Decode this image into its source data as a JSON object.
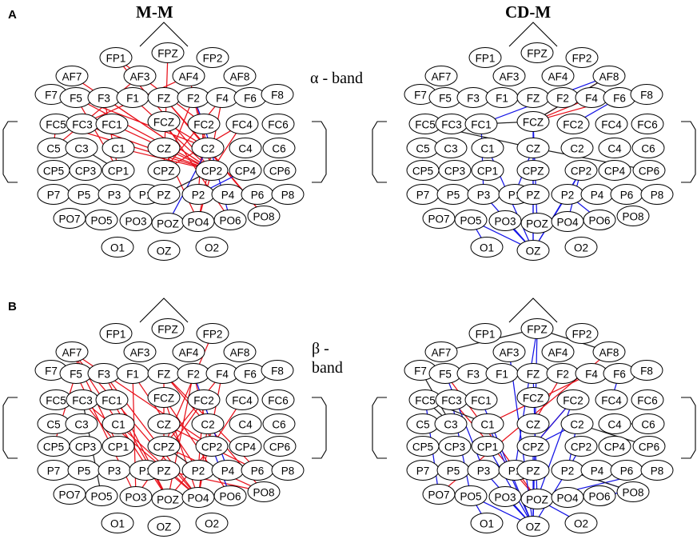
{
  "colors": {
    "red": "#e8101a",
    "blue": "#1414e6",
    "black": "#222222"
  },
  "panels": [
    {
      "label": "A",
      "band": "α - band",
      "conditions": [
        "M-M",
        "CD-M"
      ]
    },
    {
      "label": "B",
      "band": "β - band",
      "conditions": []
    }
  ],
  "electrodes": [
    "FP1",
    "FPZ",
    "FP2",
    "AF7",
    "AF3",
    "AF4",
    "AF8",
    "F7",
    "F5",
    "F3",
    "F1",
    "FZ",
    "F2",
    "F4",
    "F6",
    "F8",
    "FC5",
    "FC3",
    "FC1",
    "FCZ",
    "FC2",
    "FC4",
    "FC6",
    "C5",
    "C3",
    "C1",
    "CZ",
    "C2",
    "C4",
    "C6",
    "CP5",
    "CP3",
    "CP1",
    "CPZ",
    "CP2",
    "CP4",
    "CP6",
    "P7",
    "P5",
    "P3",
    "P1",
    "PZ",
    "P2",
    "P4",
    "P6",
    "P8",
    "PO7",
    "PO5",
    "PO3",
    "POZ",
    "PO4",
    "PO6",
    "PO8",
    "O1",
    "OZ",
    "O2"
  ],
  "connections": {
    "A_MM": [
      [
        "FP1",
        "CP2",
        "red"
      ],
      [
        "FP1",
        "FC2",
        "red"
      ],
      [
        "FPZ",
        "CPZ",
        "red"
      ],
      [
        "AF7",
        "CP2",
        "red"
      ],
      [
        "AF3",
        "C5",
        "red"
      ],
      [
        "AF4",
        "FC3",
        "red"
      ],
      [
        "AF4",
        "C2",
        "red"
      ],
      [
        "F5",
        "CP1",
        "red"
      ],
      [
        "F5",
        "C2",
        "red"
      ],
      [
        "F5",
        "CP2",
        "red"
      ],
      [
        "F3",
        "CP1",
        "red"
      ],
      [
        "F3",
        "CP2",
        "red"
      ],
      [
        "F1",
        "CP2",
        "red"
      ],
      [
        "FZ",
        "C2",
        "red"
      ],
      [
        "FZ",
        "PO8",
        "red"
      ],
      [
        "F2",
        "CPZ",
        "red"
      ],
      [
        "F2",
        "CP2",
        "red"
      ],
      [
        "F4",
        "CPZ",
        "red"
      ],
      [
        "F4",
        "PO4",
        "red"
      ],
      [
        "FC5",
        "C5",
        "red"
      ],
      [
        "FC5",
        "CP2",
        "red"
      ],
      [
        "FC3",
        "CP2",
        "red"
      ],
      [
        "FC1",
        "CP2",
        "red"
      ],
      [
        "FCZ",
        "C2",
        "red"
      ],
      [
        "FCZ",
        "PO6",
        "red"
      ],
      [
        "FC2",
        "P2",
        "red"
      ],
      [
        "FC4",
        "CPZ",
        "red"
      ],
      [
        "FC4",
        "CP2",
        "red"
      ],
      [
        "C1",
        "CP2",
        "red"
      ],
      [
        "CZ",
        "PO4",
        "red"
      ],
      [
        "C2",
        "PO8",
        "red"
      ],
      [
        "CP2",
        "PO4",
        "red"
      ],
      [
        "FC2",
        "F2",
        "blue"
      ],
      [
        "CP4",
        "P2",
        "blue"
      ],
      [
        "PO6",
        "FC2",
        "blue"
      ],
      [
        "POZ",
        "C2",
        "blue"
      ],
      [
        "C3",
        "CP1",
        "black"
      ],
      [
        "PZ",
        "CP2",
        "black"
      ]
    ],
    "A_CDM": [
      [
        "AF8",
        "FCZ",
        "red"
      ],
      [
        "F6",
        "FCZ",
        "red"
      ],
      [
        "F4",
        "FCZ",
        "red"
      ],
      [
        "OZ",
        "P3",
        "blue"
      ],
      [
        "OZ",
        "PZ",
        "blue"
      ],
      [
        "OZ",
        "CPZ",
        "blue"
      ],
      [
        "OZ",
        "C1",
        "blue"
      ],
      [
        "OZ",
        "CP2",
        "blue"
      ],
      [
        "OZ",
        "PO3",
        "blue"
      ],
      [
        "OZ",
        "PO5",
        "blue"
      ],
      [
        "O1",
        "PO5",
        "blue"
      ],
      [
        "PO6",
        "P2",
        "blue"
      ],
      [
        "P3",
        "FC1",
        "blue"
      ],
      [
        "P1",
        "CZ",
        "blue"
      ],
      [
        "PZ",
        "FCZ",
        "blue"
      ],
      [
        "POZ",
        "FCZ",
        "blue"
      ],
      [
        "PO4",
        "CP2",
        "blue"
      ],
      [
        "P2",
        "CP2",
        "blue"
      ],
      [
        "OZ",
        "P2",
        "blue"
      ],
      [
        "FC2",
        "F6",
        "blue"
      ],
      [
        "FC1",
        "AF8",
        "blue"
      ],
      [
        "FC5",
        "CZ",
        "black"
      ],
      [
        "CP6",
        "CZ",
        "black"
      ],
      [
        "FCZ",
        "FC1",
        "black"
      ],
      [
        "AF8",
        "FCZ",
        "black"
      ]
    ],
    "B_MM": [
      [
        "FP2",
        "CPZ",
        "red"
      ],
      [
        "AF7",
        "CP1",
        "red"
      ],
      [
        "AF7",
        "CP2",
        "red"
      ],
      [
        "AF7",
        "PO4",
        "red"
      ],
      [
        "AF7",
        "POZ",
        "red"
      ],
      [
        "F5",
        "CP5",
        "red"
      ],
      [
        "F5",
        "PO3",
        "red"
      ],
      [
        "F3",
        "PO4",
        "red"
      ],
      [
        "F3",
        "POZ",
        "red"
      ],
      [
        "F1",
        "PO3",
        "red"
      ],
      [
        "F1",
        "P2",
        "red"
      ],
      [
        "FZ",
        "PO8",
        "red"
      ],
      [
        "FZ",
        "P6",
        "red"
      ],
      [
        "FZ",
        "CPZ",
        "red"
      ],
      [
        "F2",
        "CP2",
        "red"
      ],
      [
        "F2",
        "POZ",
        "red"
      ],
      [
        "F4",
        "CPZ",
        "red"
      ],
      [
        "F4",
        "PO4",
        "red"
      ],
      [
        "FC3",
        "PO4",
        "red"
      ],
      [
        "FC3",
        "CP1",
        "red"
      ],
      [
        "FC1",
        "POZ",
        "red"
      ],
      [
        "FCZ",
        "PO4",
        "red"
      ],
      [
        "FCZ",
        "PO6",
        "red"
      ],
      [
        "FC2",
        "PO3",
        "red"
      ],
      [
        "FC2",
        "P2",
        "red"
      ],
      [
        "FC4",
        "CP2",
        "red"
      ],
      [
        "C1",
        "PO4",
        "red"
      ],
      [
        "CZ",
        "P6",
        "red"
      ],
      [
        "C2",
        "PO4",
        "red"
      ],
      [
        "CPZ",
        "PO8",
        "red"
      ],
      [
        "CP2",
        "POZ",
        "red"
      ],
      [
        "PZ",
        "PO8",
        "red"
      ],
      [
        "FC3",
        "PO5",
        "black"
      ],
      [
        "CPZ",
        "P2",
        "black"
      ],
      [
        "F2",
        "P4",
        "blue"
      ],
      [
        "CP2",
        "PO6",
        "blue"
      ]
    ],
    "B_CDM": [
      [
        "AF8",
        "PO7",
        "red"
      ],
      [
        "F5",
        "POZ",
        "red"
      ],
      [
        "FC3",
        "POZ",
        "red"
      ],
      [
        "F2",
        "CZ",
        "red"
      ],
      [
        "F4",
        "C1",
        "red"
      ],
      [
        "FC2",
        "CPZ",
        "red"
      ],
      [
        "OZ",
        "FPZ",
        "blue"
      ],
      [
        "OZ",
        "AF3",
        "blue"
      ],
      [
        "OZ",
        "C1",
        "blue"
      ],
      [
        "OZ",
        "FC1",
        "blue"
      ],
      [
        "OZ",
        "CPZ",
        "blue"
      ],
      [
        "OZ",
        "P3",
        "blue"
      ],
      [
        "OZ",
        "CP1",
        "blue"
      ],
      [
        "OZ",
        "P2",
        "blue"
      ],
      [
        "OZ",
        "PO3",
        "blue"
      ],
      [
        "OZ",
        "PO5",
        "blue"
      ],
      [
        "O1",
        "PO5",
        "blue"
      ],
      [
        "O2",
        "POZ",
        "blue"
      ],
      [
        "PO8",
        "P2",
        "blue"
      ],
      [
        "PO8",
        "PO4",
        "blue"
      ],
      [
        "P8",
        "POZ",
        "blue"
      ],
      [
        "P1",
        "FPZ",
        "blue"
      ],
      [
        "POZ",
        "FZ",
        "blue"
      ],
      [
        "POZ",
        "FC2",
        "blue"
      ],
      [
        "P3",
        "F5",
        "blue"
      ],
      [
        "P2",
        "C2",
        "blue"
      ],
      [
        "P2",
        "CP2",
        "blue"
      ],
      [
        "FC4",
        "F6",
        "blue"
      ],
      [
        "PO7",
        "FC5",
        "blue"
      ],
      [
        "PO5",
        "FC3",
        "blue"
      ],
      [
        "CPZ",
        "FC2",
        "blue"
      ],
      [
        "CPZ",
        "C2",
        "blue"
      ],
      [
        "FC5",
        "C1",
        "black"
      ],
      [
        "FC5",
        "C3",
        "black"
      ],
      [
        "F7",
        "C3",
        "black"
      ],
      [
        "AF7",
        "FPZ",
        "black"
      ],
      [
        "FPZ",
        "AF8",
        "black"
      ],
      [
        "CP6",
        "C2",
        "black"
      ],
      [
        "PO8",
        "P2",
        "black"
      ],
      [
        "C6",
        "C4",
        "black"
      ]
    ]
  }
}
